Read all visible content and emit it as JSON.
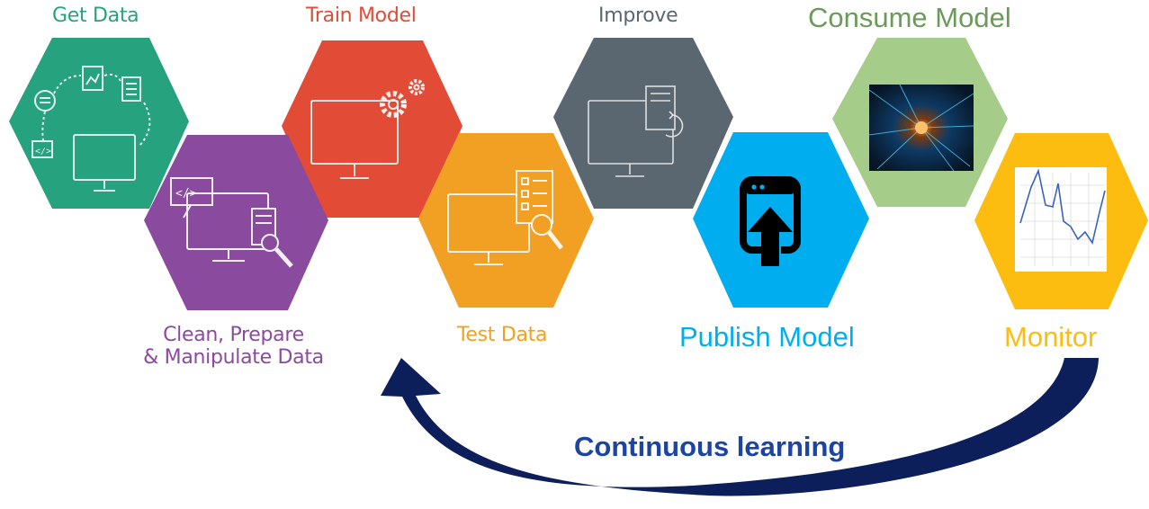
{
  "steps": {
    "get_data": "Get Data",
    "train_model": "Train Model",
    "improve": "Improve",
    "consume_model": "Consume Model",
    "clean_line1": "Clean, Prepare",
    "clean_line2": "& Manipulate Data",
    "test_data": "Test Data",
    "publish_model": "Publish Model",
    "monitor": "Monitor"
  },
  "loop_label": "Continuous learning",
  "colors": {
    "get_data": "#27a27f",
    "clean": "#8a4b9f",
    "train": "#e24b36",
    "test": "#f2a024",
    "improve": "#5b6770",
    "publish": "#00aeef",
    "consume": "#a6cc8a",
    "monitor": "#fdbd10",
    "arrow": "#0d1f5a",
    "continuous_text": "#1c44a0",
    "consume_text": "#6b9a5a"
  },
  "icons": {
    "get_data": "data-collection-icon",
    "clean": "code-edit-icon",
    "train": "monitor-gears-icon",
    "test": "monitor-checklist-icon",
    "improve": "monitor-refresh-icon",
    "publish": "publish-upload-icon",
    "consume": "neural-network-image",
    "monitor": "line-chart-icon"
  }
}
